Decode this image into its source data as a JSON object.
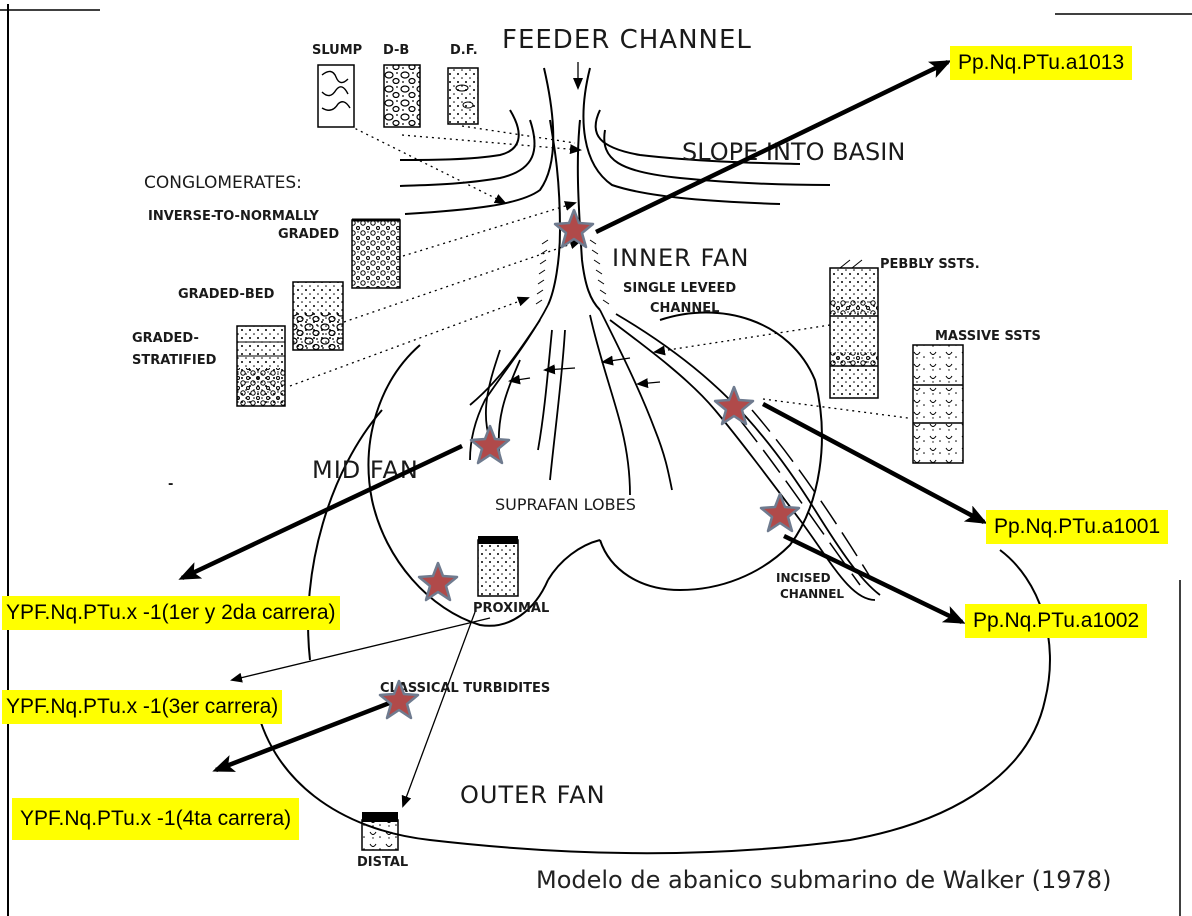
{
  "title": "FEEDER CHANNEL",
  "labels": {
    "slump": "SLUMP",
    "db": "D-B",
    "df": "D.F.",
    "conglomerates": "CONGLOMERATES:",
    "inverse": "INVERSE-TO-NORMALLY",
    "graded": "GRADED",
    "graded_bed": "GRADED-BED",
    "graded_strat1": "GRADED-",
    "graded_strat2": "STRATIFIED",
    "slope": "SLOPE INTO BASIN",
    "inner_fan": "INNER FAN",
    "single_leveed1": "SINGLE LEVEED",
    "single_leveed2": "CHANNEL",
    "pebbly": "PEBBLY SSTS.",
    "massive": "MASSIVE SSTS",
    "mid_fan": "MID FAN",
    "suprafan": "SUPRAFAN LOBES",
    "incised1": "INCISED",
    "incised2": "CHANNEL",
    "proximal": "PROXIMAL",
    "classical": "CLASSICAL TURBIDITES",
    "outer_fan": "OUTER FAN",
    "distal": "DISTAL",
    "dash": "-"
  },
  "wells": {
    "a1013": "Pp.Nq.PTu.a1013",
    "a1001": "Pp.Nq.PTu.a1001",
    "a1002": "Pp.Nq.PTu.a1002",
    "x1": "YPF.Nq.PTu.x -1(1er y 2da carrera)",
    "x3": "YPF.Nq.PTu.x -1(3er carrera)",
    "x4": "YPF.Nq.PTu.x  -1(4ta carrera)"
  },
  "caption": "Modelo de abanico submarino de Walker (1978)",
  "colors": {
    "highlight": "#ffff00",
    "star_fill": "#b04a4a",
    "star_stroke": "#6f7b8f"
  },
  "icons": {
    "star": "star-marker-icon",
    "arrow": "arrow-icon"
  }
}
